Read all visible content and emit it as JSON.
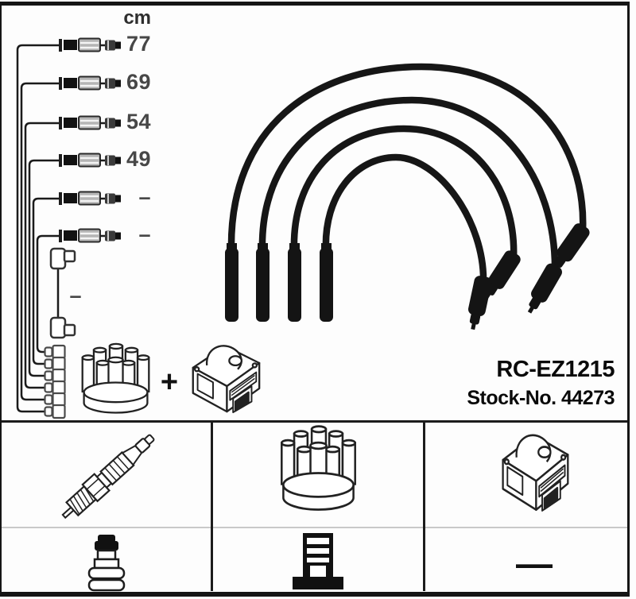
{
  "product": {
    "part_number": "RC-EZ1215",
    "stock_label": "Stock-No. 44273"
  },
  "length_table": {
    "unit_header": "cm",
    "values": [
      "77",
      "69",
      "54",
      "49",
      "–",
      "–"
    ],
    "coil_wire_label": "–"
  },
  "kit_formula": {
    "plus_label": "+"
  },
  "grid": {
    "rows": [
      {
        "cells": [
          "spark-plug-icon",
          "distributor-cap-icon",
          "ignition-coil-icon"
        ]
      },
      {
        "cells": [
          "terminal-nut-icon",
          "distributor-terminal-icon",
          "dash"
        ]
      }
    ],
    "dash_label": "—"
  },
  "colors": {
    "line": "#1a1a1a",
    "label_gray": "#474747",
    "background": "#ffffff"
  }
}
